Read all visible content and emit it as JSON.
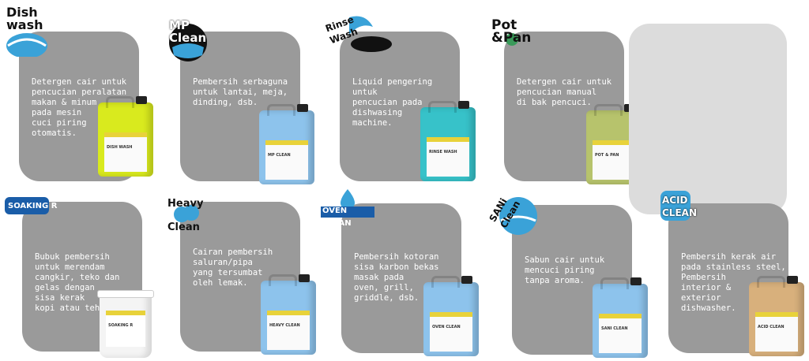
{
  "products": [
    {
      "logo_text": "Dish\nwash",
      "label_text": "DISH WASH",
      "description": "Detergen cair untuk\npencucian peralatan\nmakan & minum\npada mesin\ncuci piring\notomatis.",
      "liquid_color": "#d9ea1e",
      "logo_color": "#3aa2d8"
    },
    {
      "logo_text": "MP\nClean",
      "label_text": "MP CLEAN",
      "description": "Pembersih serbaguna\nuntuk lantai, meja,\ndinding, dsb.",
      "liquid_color": "#8dc3ec",
      "logo_color": "#3aa2d8"
    },
    {
      "logo_text": "Rinse\nWash",
      "label_text": "RINSE WASH",
      "description": "Liquid pengering untuk\npencucian pada\ndishwasing\nmachine.",
      "liquid_color": "#37c2c9",
      "logo_color": "#3aa2d8"
    },
    {
      "logo_text": "Pot\n&Pan",
      "label_text": "POT & PAN",
      "description": "Detergen cair untuk\npencucian manual\ndi bak pencuci.",
      "liquid_color": "#b7c36c",
      "logo_color": "#3a9a5a"
    },
    {
      "logo_text": "SOAKING R",
      "label_text": "SOAKING R",
      "description": "Bubuk pembersih\nuntuk merendam\ncangkir, teko dan\ngelas dengan\nsisa kerak\nkopi atau teh.",
      "liquid_color": "#f4f4f4",
      "logo_color": "#3aa2d8"
    },
    {
      "logo_text": "Heavy\nClean",
      "label_text": "HEAVY CLEAN",
      "description": "Cairan pembersih\nsaluran/pipa\nyang tersumbat\noleh lemak.",
      "liquid_color": "#8dc3ec",
      "logo_color": "#3aa2d8"
    },
    {
      "logo_text": "OVEN CLEAN",
      "label_text": "OVEN CLEAN",
      "description": "Pembersih kotoran\nsisa karbon bekas\nmasak pada\noven, grill,\ngriddle, dsb.",
      "liquid_color": "#8dc3ec",
      "logo_color": "#3aa2d8"
    },
    {
      "logo_text": "SANi\nClean",
      "label_text": "SANI CLEAN",
      "description": "Sabun cair untuk\nmencuci piring\ntanpa aroma.",
      "liquid_color": "#8dc3ec",
      "logo_color": "#3aa2d8"
    },
    {
      "logo_text": "ACID\nCLEAN",
      "label_text": "ACID CLEAN",
      "description": "Pembersih kerak air\npada stainless steel,\nPembersih\ninterior &\nexterior\ndishwasher.",
      "liquid_color": "#d8b07c",
      "logo_color": "#3aa2d8"
    }
  ],
  "colors": {
    "card_background": "#9a9a9a",
    "empty_card_background": "#dcdcdc",
    "text": "#ffffff",
    "label_stripe": "#e8d23a"
  }
}
